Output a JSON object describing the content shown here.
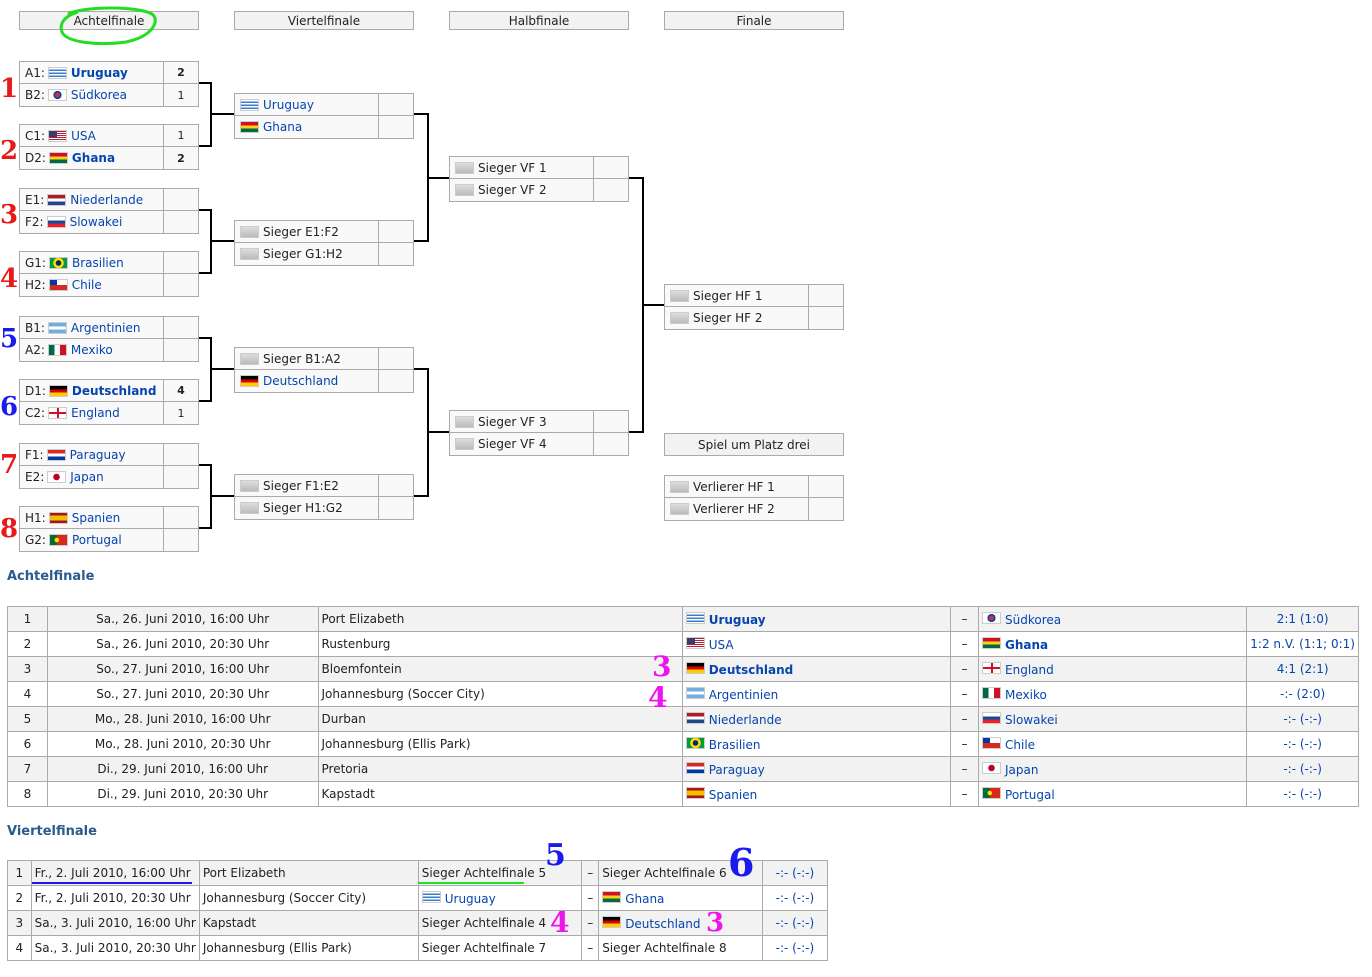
{
  "rounds": [
    "Achtelfinale",
    "Viertelfinale",
    "Halbfinale",
    "Finale"
  ],
  "third_place_header": "Spiel um Platz drei",
  "r16": [
    {
      "teams": [
        {
          "seed": "A1:",
          "name": "Uruguay",
          "score": "2",
          "win": true,
          "flag": "uruguay"
        },
        {
          "seed": "B2:",
          "name": "Südkorea",
          "score": "1",
          "win": false,
          "flag": "southkorea"
        }
      ]
    },
    {
      "teams": [
        {
          "seed": "C1:",
          "name": "USA",
          "score": "1",
          "win": false,
          "flag": "usa"
        },
        {
          "seed": "D2:",
          "name": "Ghana",
          "score": "2",
          "win": true,
          "flag": "ghana"
        }
      ]
    },
    {
      "teams": [
        {
          "seed": "E1:",
          "name": "Niederlande",
          "score": "",
          "win": false,
          "flag": "netherlands"
        },
        {
          "seed": "F2:",
          "name": "Slowakei",
          "score": "",
          "win": false,
          "flag": "slovakia"
        }
      ]
    },
    {
      "teams": [
        {
          "seed": "G1:",
          "name": "Brasilien",
          "score": "",
          "win": false,
          "flag": "brazil"
        },
        {
          "seed": "H2:",
          "name": "Chile",
          "score": "",
          "win": false,
          "flag": "chile"
        }
      ]
    },
    {
      "teams": [
        {
          "seed": "B1:",
          "name": "Argentinien",
          "score": "",
          "win": false,
          "flag": "argentina"
        },
        {
          "seed": "A2:",
          "name": "Mexiko",
          "score": "",
          "win": false,
          "flag": "mexico"
        }
      ]
    },
    {
      "teams": [
        {
          "seed": "D1:",
          "name": "Deutschland",
          "score": "4",
          "win": true,
          "flag": "germany"
        },
        {
          "seed": "C2:",
          "name": "England",
          "score": "1",
          "win": false,
          "flag": "england"
        }
      ]
    },
    {
      "teams": [
        {
          "seed": "F1:",
          "name": "Paraguay",
          "score": "",
          "win": false,
          "flag": "paraguay"
        },
        {
          "seed": "E2:",
          "name": "Japan",
          "score": "",
          "win": false,
          "flag": "japan"
        }
      ]
    },
    {
      "teams": [
        {
          "seed": "H1:",
          "name": "Spanien",
          "score": "",
          "win": false,
          "flag": "spain"
        },
        {
          "seed": "G2:",
          "name": "Portugal",
          "score": "",
          "win": false,
          "flag": "portugal"
        }
      ]
    }
  ],
  "qf": [
    {
      "teams": [
        {
          "name": "Uruguay",
          "flag": "uruguay",
          "link": true
        },
        {
          "name": "Ghana",
          "flag": "ghana",
          "link": true
        }
      ]
    },
    {
      "teams": [
        {
          "name": "Sieger E1:F2",
          "flag": "unknown",
          "link": false
        },
        {
          "name": "Sieger G1:H2",
          "flag": "unknown",
          "link": false
        }
      ]
    },
    {
      "teams": [
        {
          "name": "Sieger B1:A2",
          "flag": "unknown",
          "link": false
        },
        {
          "name": "Deutschland",
          "flag": "germany",
          "link": true
        }
      ]
    },
    {
      "teams": [
        {
          "name": "Sieger F1:E2",
          "flag": "unknown",
          "link": false
        },
        {
          "name": "Sieger H1:G2",
          "flag": "unknown",
          "link": false
        }
      ]
    }
  ],
  "sf": [
    {
      "teams": [
        {
          "name": "Sieger VF 1",
          "flag": "unknown",
          "link": false
        },
        {
          "name": "Sieger VF 2",
          "flag": "unknown",
          "link": false
        }
      ]
    },
    {
      "teams": [
        {
          "name": "Sieger VF 3",
          "flag": "unknown",
          "link": false
        },
        {
          "name": "Sieger VF 4",
          "flag": "unknown",
          "link": false
        }
      ]
    }
  ],
  "final": {
    "teams": [
      {
        "name": "Sieger HF 1",
        "flag": "unknown",
        "link": false
      },
      {
        "name": "Sieger HF 2",
        "flag": "unknown",
        "link": false
      }
    ]
  },
  "third": {
    "teams": [
      {
        "name": "Verlierer HF 1",
        "flag": "unknown",
        "link": false
      },
      {
        "name": "Verlierer HF 2",
        "flag": "unknown",
        "link": false
      }
    ]
  },
  "achtelfinale_title": "Achtelfinale",
  "achtelfinale_rows": [
    {
      "n": "1",
      "date": "Sa., 26. Juni 2010, 16:00 Uhr",
      "venue": "Port Elizabeth",
      "home": "Uruguay",
      "home_flag": "uruguay",
      "home_bold": true,
      "dash": "–",
      "away": "Südkorea",
      "away_flag": "southkorea",
      "away_bold": false,
      "result": "2:1 (1:0)"
    },
    {
      "n": "2",
      "date": "Sa., 26. Juni 2010, 20:30 Uhr",
      "venue": "Rustenburg",
      "home": "USA",
      "home_flag": "usa",
      "home_bold": false,
      "dash": "–",
      "away": "Ghana",
      "away_flag": "ghana",
      "away_bold": true,
      "result": "1:2 n.V. (1:1; 0:1)"
    },
    {
      "n": "3",
      "date": "So., 27. Juni 2010, 16:00 Uhr",
      "venue": "Bloemfontein",
      "home": "Deutschland",
      "home_flag": "germany",
      "home_bold": true,
      "dash": "–",
      "away": "England",
      "away_flag": "england",
      "away_bold": false,
      "result": "4:1 (2:1)"
    },
    {
      "n": "4",
      "date": "So., 27. Juni 2010, 20:30 Uhr",
      "venue": "Johannesburg (Soccer City)",
      "home": "Argentinien",
      "home_flag": "argentina",
      "home_bold": false,
      "dash": "–",
      "away": "Mexiko",
      "away_flag": "mexico",
      "away_bold": false,
      "result": "-:- (2:0)"
    },
    {
      "n": "5",
      "date": "Mo., 28. Juni 2010, 16:00 Uhr",
      "venue": "Durban",
      "home": "Niederlande",
      "home_flag": "netherlands",
      "home_bold": false,
      "dash": "–",
      "away": "Slowakei",
      "away_flag": "slovakia",
      "away_bold": false,
      "result": "-:- (-:-)"
    },
    {
      "n": "6",
      "date": "Mo., 28. Juni 2010, 20:30 Uhr",
      "venue": "Johannesburg (Ellis Park)",
      "home": "Brasilien",
      "home_flag": "brazil",
      "home_bold": false,
      "dash": "–",
      "away": "Chile",
      "away_flag": "chile",
      "away_bold": false,
      "result": "-:- (-:-)"
    },
    {
      "n": "7",
      "date": "Di., 29. Juni 2010, 16:00 Uhr",
      "venue": "Pretoria",
      "home": "Paraguay",
      "home_flag": "paraguay",
      "home_bold": false,
      "dash": "–",
      "away": "Japan",
      "away_flag": "japan",
      "away_bold": false,
      "result": "-:- (-:-)"
    },
    {
      "n": "8",
      "date": "Di., 29. Juni 2010, 20:30 Uhr",
      "venue": "Kapstadt",
      "home": "Spanien",
      "home_flag": "spain",
      "home_bold": false,
      "dash": "–",
      "away": "Portugal",
      "away_flag": "portugal",
      "away_bold": false,
      "result": "-:- (-:-)"
    }
  ],
  "viertelfinale_title": "Viertelfinale",
  "viertelfinale_rows": [
    {
      "n": "1",
      "date": "Fr., 2. Juli 2010, 16:00 Uhr",
      "venue": "Port Elizabeth",
      "home": "Sieger Achtelfinale 5",
      "home_flag": "",
      "dash": "–",
      "away": "Sieger Achtelfinale 6",
      "away_flag": "",
      "result": "-:- (-:-)"
    },
    {
      "n": "2",
      "date": "Fr., 2. Juli 2010, 20:30 Uhr",
      "venue": "Johannesburg (Soccer City)",
      "home": "Uruguay",
      "home_flag": "uruguay",
      "dash": "–",
      "away": "Ghana",
      "away_flag": "ghana",
      "result": "-:- (-:-)"
    },
    {
      "n": "3",
      "date": "Sa., 3. Juli 2010, 16:00 Uhr",
      "venue": "Kapstadt",
      "home": "Sieger Achtelfinale 4",
      "home_flag": "",
      "dash": "–",
      "away": "Deutschland",
      "away_flag": "germany",
      "result": "-:- (-:-)"
    },
    {
      "n": "4",
      "date": "Sa., 3. Juli 2010, 20:30 Uhr",
      "venue": "Johannesburg (Ellis Park)",
      "home": "Sieger Achtelfinale 7",
      "home_flag": "",
      "dash": "–",
      "away": "Sieger Achtelfinale 8",
      "away_flag": "",
      "result": "-:- (-:-)"
    }
  ],
  "annotations": {
    "bracket": [
      "1",
      "2",
      "3",
      "4",
      "5",
      "6",
      "7",
      "8"
    ],
    "table": [
      "3",
      "4"
    ],
    "vf": [
      "5",
      "6",
      "4",
      "3"
    ],
    "colors": {
      "red": "#e81919",
      "blue": "#1a1aee",
      "magenta": "#ee14ee",
      "green": "#22dd22"
    }
  }
}
